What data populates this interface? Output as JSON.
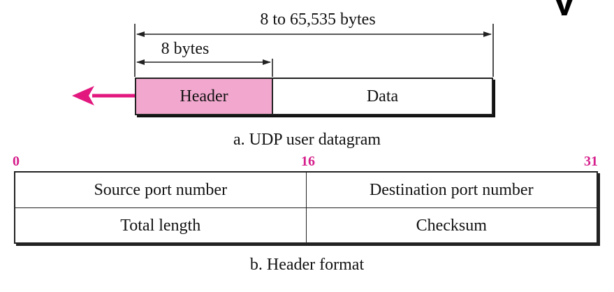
{
  "diagram": {
    "datagram": {
      "total_size_label": "8 to 65,535 bytes",
      "header_size_label": "8 bytes",
      "header_label": "Header",
      "data_label": "Data",
      "caption": "a. UDP user datagram"
    },
    "header_format": {
      "bit_labels": {
        "start": "0",
        "middle": "16",
        "end": "31"
      },
      "rows": [
        {
          "left": "Source port number",
          "right": "Destination port number"
        },
        {
          "left": "Total length",
          "right": "Checksum"
        }
      ],
      "caption": "b. Header format"
    },
    "colors": {
      "header_fill": "#f2a8ce",
      "accent": "#d61f8c",
      "line": "#222222"
    }
  }
}
